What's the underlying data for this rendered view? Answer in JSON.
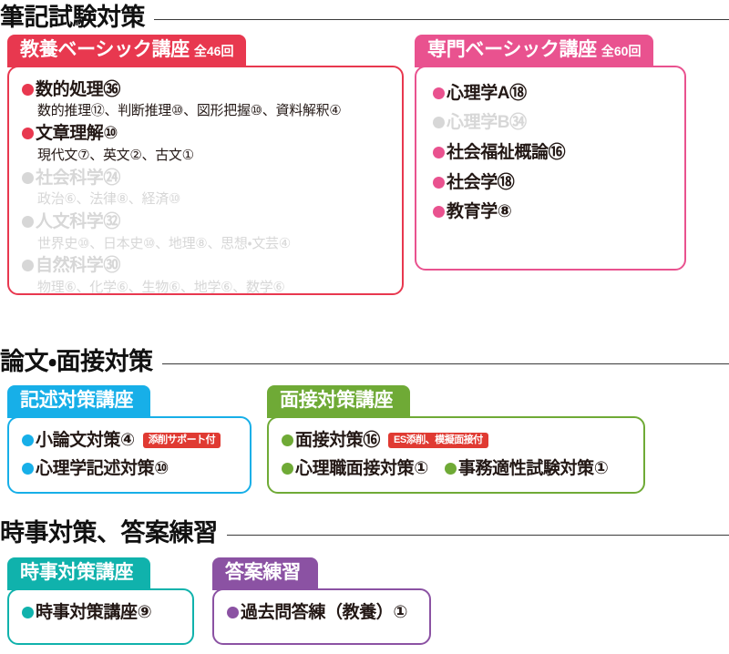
{
  "colors": {
    "red": "#e8384f",
    "pink": "#e9528f",
    "blue": "#17afe8",
    "green": "#6faa36",
    "teal": "#10b2ac",
    "purple": "#8b52a3",
    "badge_red": "#e03a32",
    "dim_gray": "#d7d7d7",
    "text": "#231815"
  },
  "sections": [
    {
      "heading": "筆記試験対策",
      "cards": [
        {
          "tab_label": "教養ベーシック講座",
          "tab_sub": "全46回",
          "items": [
            {
              "label": "数的処理㊱",
              "dim": false,
              "sub": "数的推理⑫、判断推理⑩、図形把握⑩、資料解釈④"
            },
            {
              "label": "文章理解⑩",
              "dim": false,
              "sub": "現代文⑦、英文②、古文①"
            },
            {
              "label": "社会科学㉔",
              "dim": true,
              "sub": "政治⑥、法律⑧、経済⑩"
            },
            {
              "label": "人文科学㉜",
              "dim": true,
              "sub": "世界史⑩、日本史⑩、地理⑧、思想・文芸④"
            },
            {
              "label": "自然科学㉚",
              "dim": true,
              "sub": "物理⑥、化学⑥、生物⑥、地学⑥、数学⑥"
            }
          ]
        },
        {
          "tab_label": "専門ベーシック講座",
          "tab_sub": "全60回",
          "items": [
            {
              "label": "心理学A⑱",
              "dim": false,
              "sub": ""
            },
            {
              "label": "心理学B㉞",
              "dim": true,
              "sub": ""
            },
            {
              "label": "社会福祉概論⑯",
              "dim": false,
              "sub": ""
            },
            {
              "label": "社会学⑱",
              "dim": false,
              "sub": ""
            },
            {
              "label": "教育学⑧",
              "dim": false,
              "sub": ""
            }
          ]
        }
      ]
    },
    {
      "heading": "論文・面接対策",
      "cards": [
        {
          "tab_label": "記述対策講座",
          "tab_sub": "",
          "items": [
            {
              "label": "小論文対策④",
              "dim": false,
              "badge": "添削サポート付",
              "sub": ""
            },
            {
              "label": "心理学記述対策⑩",
              "dim": false,
              "sub": ""
            }
          ]
        },
        {
          "tab_label": "面接対策講座",
          "tab_sub": "",
          "items": [
            {
              "label": "面接対策⑯",
              "dim": false,
              "badge": "ES添削、模擬面接付",
              "sub": ""
            },
            {
              "label": "心理職面接対策①",
              "dim": false,
              "sub": ""
            },
            {
              "label": "事務適性試験対策①",
              "dim": false,
              "sub": ""
            }
          ]
        }
      ]
    },
    {
      "heading": "時事対策、答案練習",
      "cards": [
        {
          "tab_label": "時事対策講座",
          "tab_sub": "",
          "items": [
            {
              "label": "時事対策講座⑨",
              "dim": false,
              "sub": ""
            }
          ]
        },
        {
          "tab_label": "答案練習",
          "tab_sub": "",
          "items": [
            {
              "label": "過去問答練（教養）①",
              "dim": false,
              "sub": ""
            }
          ]
        }
      ]
    }
  ]
}
